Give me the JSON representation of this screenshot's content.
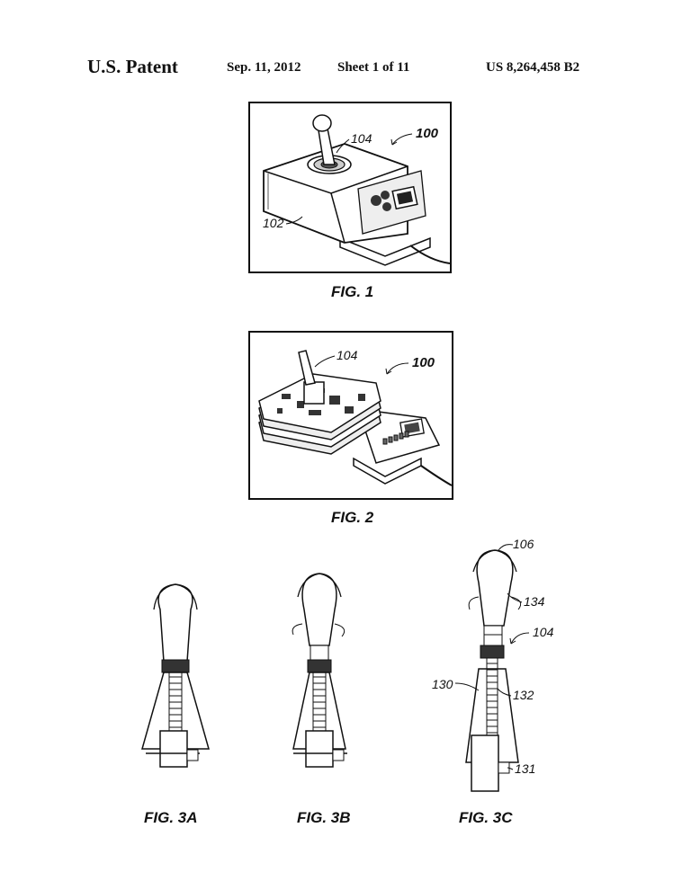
{
  "header": {
    "office": "U.S. Patent",
    "date": "Sep. 11, 2012",
    "sheet": "Sheet 1 of 11",
    "number": "US 8,264,458 B2"
  },
  "figures": {
    "fig1": {
      "label": "FIG. 1",
      "refs": {
        "device": "100",
        "joystick": "104",
        "housing": "102"
      }
    },
    "fig2": {
      "label": "FIG. 2",
      "refs": {
        "device": "100",
        "joystick": "104"
      }
    },
    "fig3a": {
      "label": "FIG. 3A"
    },
    "fig3b": {
      "label": "FIG. 3B"
    },
    "fig3c": {
      "label": "FIG. 3C",
      "refs": {
        "knob": "106",
        "grip": "134",
        "joystick": "104",
        "shaft_left": "130",
        "shaft_right": "132",
        "base": "131"
      }
    }
  }
}
